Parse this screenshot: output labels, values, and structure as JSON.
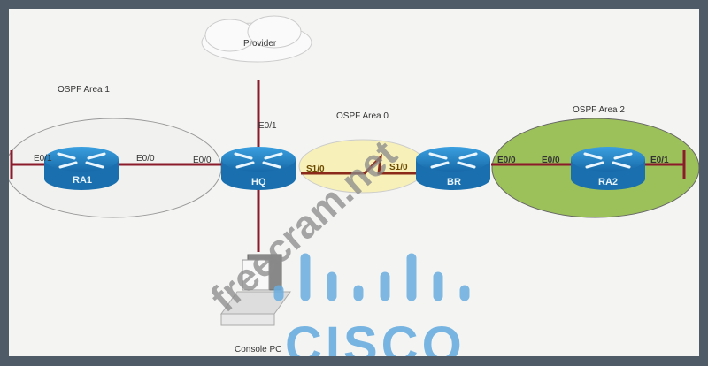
{
  "areas": {
    "area1": "OSPF Area 1",
    "area0": "OSPF Area 0",
    "area2": "OSPF Area 2"
  },
  "cloud": "Provider",
  "routers": {
    "ra1": "RA1",
    "hq": "HQ",
    "br": "BR",
    "ra2": "RA2"
  },
  "interfaces": {
    "ra1_e01": "E0/1",
    "ra1_e00": "E0/0",
    "hq_e00": "E0/0",
    "hq_e01": "E0/1",
    "hq_s10": "S1/0",
    "br_s10": "S1/0",
    "br_e00": "E0/0",
    "ra2_e00": "E0/0",
    "ra2_e01": "E0/1"
  },
  "pc": "Console PC",
  "watermark": "freecram.net",
  "logo": "CISCO",
  "colors": {
    "link": "#8b1a2b",
    "router": "#2a86c8",
    "area2": "#9cc05a",
    "area0": "#f7f0b8",
    "logo": "#6aaee0"
  }
}
